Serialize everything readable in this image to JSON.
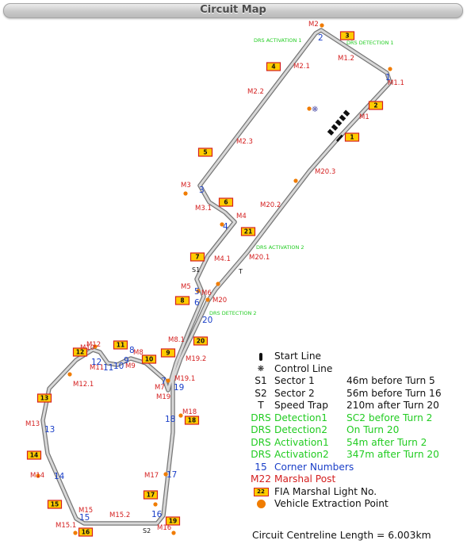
{
  "title": "Circuit Map",
  "marshal_posts": [
    "M1",
    "M1.1",
    "M1.2",
    "M2",
    "M2.1",
    "M2.2",
    "M2.3",
    "M3",
    "M3.1",
    "M4",
    "M4.1",
    "M5",
    "M6",
    "M7",
    "M8",
    "M8.1",
    "M9",
    "M10",
    "M11",
    "M12",
    "M12.1",
    "M13",
    "M14",
    "M15",
    "M15.1",
    "M15.2",
    "M16",
    "M17",
    "M18",
    "M19",
    "M19.1",
    "M19.2",
    "M20",
    "M20.1",
    "M20.2",
    "M20.3"
  ],
  "corner_numbers": [
    "1",
    "2",
    "3",
    "4",
    "5",
    "6",
    "7",
    "8",
    "9",
    "10",
    "11",
    "12",
    "13",
    "14",
    "15",
    "16",
    "17",
    "18",
    "19",
    "20"
  ],
  "light_numbers": [
    "1",
    "2",
    "3",
    "4",
    "5",
    "6",
    "7",
    "8",
    "9",
    "10",
    "11",
    "12",
    "13",
    "14",
    "15",
    "16",
    "17",
    "18",
    "19",
    "20",
    "21"
  ],
  "drs_labels": [
    "DRS ACTIVATION 1",
    "DRS DETECTION 1",
    "DRS ACTIVATION 2",
    "DRS DETECTION 2"
  ],
  "track_labels": {
    "s1": "S1",
    "s2": "S2",
    "t": "T"
  },
  "legend": {
    "start_line": "Start Line",
    "control_line": "Control Line",
    "s1_sym": "S1",
    "s1_name": "Sector 1",
    "s1_val": "46m before Turn 5",
    "s2_sym": "S2",
    "s2_name": "Sector 2",
    "s2_val": "56m before Turn 16",
    "t_sym": "T",
    "t_name": "Speed Trap",
    "t_val": "210m after Turn 20",
    "drs1_sym": "DRS",
    "drs1_name": "Detection1",
    "drs1_val": "SC2 before Turn 2",
    "drs2_sym": "DRS",
    "drs2_name": "Detection2",
    "drs2_val": "On Turn 20",
    "drs3_sym": "DRS",
    "drs3_name": "Activation1",
    "drs3_val": "54m after Turn 2",
    "drs4_sym": "DRS",
    "drs4_name": "Activation2",
    "drs4_val": "347m after Turn 20",
    "corner_sym": "15",
    "corner_name": "Corner Numbers",
    "marshal_sym": "M22",
    "marshal_name": "Marshal Post",
    "light_sym": "22",
    "light_name": "FIA Marshal Light No.",
    "vehicle_name": "Vehicle Extraction Point"
  },
  "centreline": "Circuit Centreline Length = 6.003km",
  "colors": {
    "track": "#9a9a9a",
    "marshal": "#d42020",
    "corner": "#1a3fc8",
    "drs": "#22cc22",
    "light_fill": "#ffcc00",
    "vehicle_point": "#f07c00"
  }
}
